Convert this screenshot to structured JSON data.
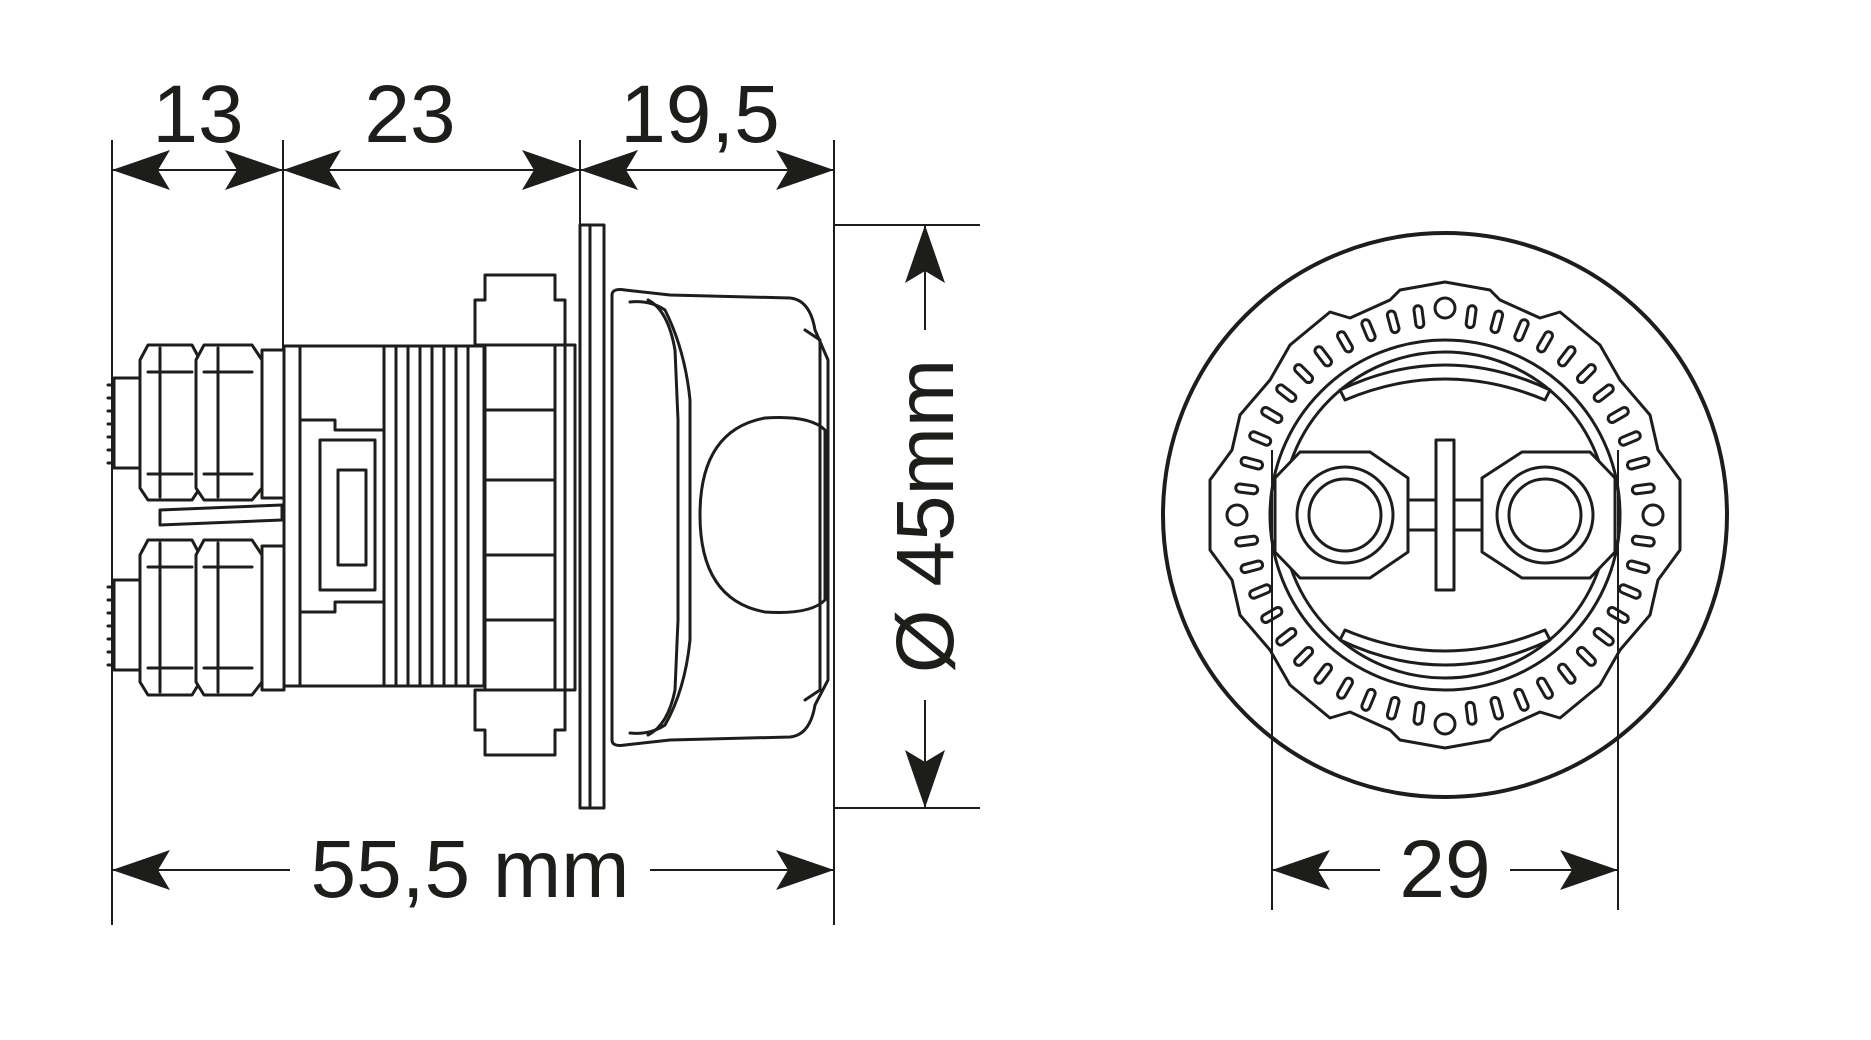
{
  "dimensions": {
    "terminal_length": "13",
    "body_length": "23",
    "knob_length": "19,5",
    "total_length": "55,5 mm",
    "diameter": "Ø 45mm",
    "terminal_spacing": "29"
  },
  "colors": {
    "line": "#1d1d1b",
    "background": "#ffffff"
  }
}
